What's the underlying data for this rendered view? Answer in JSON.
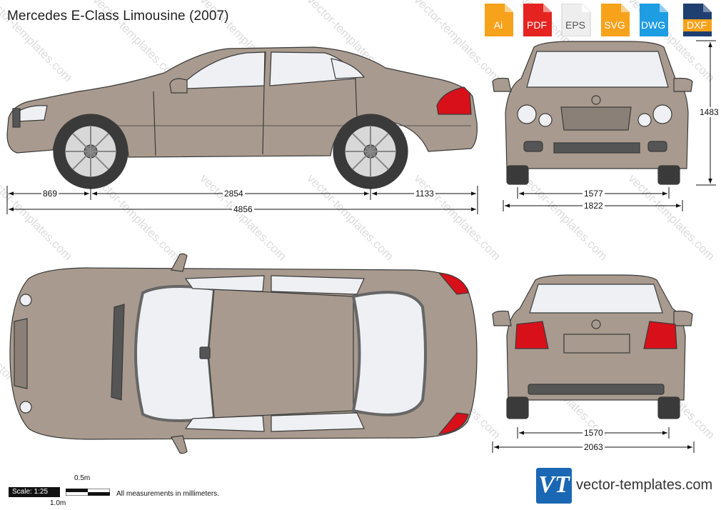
{
  "title": "Mercedes E-Class Limousine (2007)",
  "formats": [
    {
      "label": "Ai",
      "color": "#f7a21b"
    },
    {
      "label": "PDF",
      "color": "#e52421"
    },
    {
      "label": "EPS",
      "color": "#f0f0f0"
    },
    {
      "label": "SVG",
      "color": "#f7a21b"
    },
    {
      "label": "DWG",
      "color": "#1e9de2"
    },
    {
      "label": "DXF",
      "color": "#1e3f6f"
    }
  ],
  "dimensions": {
    "front_overhang": "869",
    "wheelbase": "2854",
    "rear_overhang": "1133",
    "length": "4856",
    "front_track": "1577",
    "width": "1822",
    "height": "1483",
    "rear_track": "1570",
    "width_mirrors": "2063"
  },
  "scale": {
    "label": "Scale: 1:25",
    "half": "0.5m",
    "one": "1.0m"
  },
  "note": "All measurements in millimeters.",
  "logo": {
    "text": "VT"
  },
  "website": "vector-templates.com",
  "watermark": "vector-templates.com",
  "colors": {
    "body": "#a89a8e",
    "outline": "#3a3a3a",
    "glass": "#eef0f3",
    "tail": "#d8101a",
    "trim": "#555555"
  }
}
